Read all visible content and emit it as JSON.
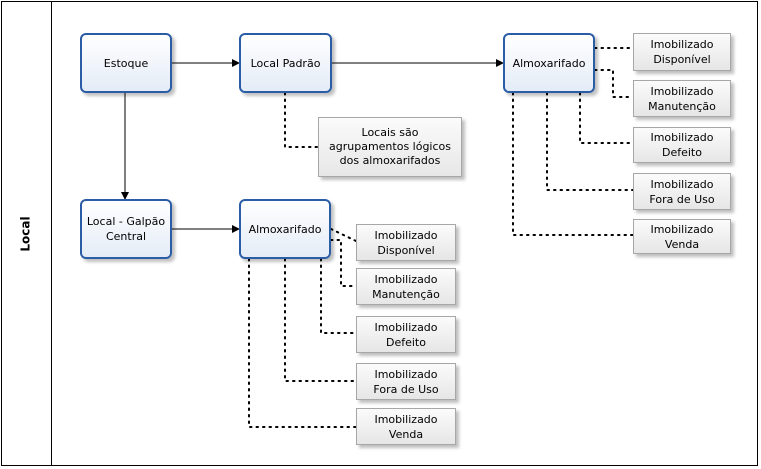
{
  "lane": {
    "label": "Local"
  },
  "nodes": {
    "estoque": "Estoque",
    "local_padrao": "Local Padrão",
    "almoxarifado_top": "Almoxarifado",
    "local_galpao": "Local - Galpão Central",
    "almoxarifado_bottom": "Almoxarifado",
    "note": "Locais são agrupamentos lógicos  dos almoxarifados"
  },
  "status_top": [
    "Imobilizado Disponível",
    "Imobilizado Manutenção",
    "Imobilizado Defeito",
    "Imobilizado Fora de Uso",
    "Imobilizado Venda"
  ],
  "status_bottom": [
    "Imobilizado Disponível",
    "Imobilizado Manutenção",
    "Imobilizado Defeito",
    "Imobilizado Fora de Uso",
    "Imobilizado Venda"
  ],
  "colors": {
    "process_border": "#2b5da6",
    "connector": "#000000"
  }
}
